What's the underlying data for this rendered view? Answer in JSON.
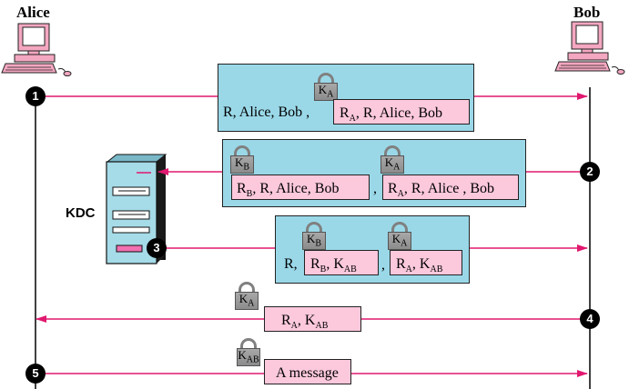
{
  "parties": {
    "alice": "Alice",
    "bob": "Bob",
    "kdc": "KDC"
  },
  "steps": [
    "1",
    "2",
    "3",
    "4",
    "5"
  ],
  "colors": {
    "arrow": "#e0186f",
    "box_outer": "#9ad8e8",
    "box_inner": "#fcc8dc",
    "lock": "#8c8c8c"
  },
  "messages": {
    "m1": {
      "lead": "R, Alice, Bob ,",
      "lock_key": {
        "base": "K",
        "sub": "A"
      },
      "sealed": [
        {
          "base": "R",
          "sub": "A"
        },
        {
          "text": ", R, Alice, Bob"
        }
      ]
    },
    "m2": {
      "lock_key_1": {
        "base": "K",
        "sub": "B"
      },
      "sealed_1": [
        {
          "base": "R",
          "sub": "B"
        },
        {
          "text": ", R, Alice, Bob"
        }
      ],
      "separator": ",",
      "lock_key_2": {
        "base": "K",
        "sub": "A"
      },
      "sealed_2": [
        {
          "base": "R",
          "sub": "A"
        },
        {
          "text": ", R, Alice , Bob"
        }
      ]
    },
    "m3": {
      "lead": "R,",
      "lock_key_1": {
        "base": "K",
        "sub": "B"
      },
      "sealed_1": [
        {
          "base": "R",
          "sub": "B"
        },
        {
          "text": ", "
        },
        {
          "base": "K",
          "sub": "AB"
        }
      ],
      "separator": ",",
      "lock_key_2": {
        "base": "K",
        "sub": "A"
      },
      "sealed_2": [
        {
          "base": "R",
          "sub": "A"
        },
        {
          "text": ", "
        },
        {
          "base": "K",
          "sub": "AB"
        }
      ]
    },
    "m4": {
      "lock_key": {
        "base": "K",
        "sub": "A"
      },
      "sealed": [
        {
          "base": "R",
          "sub": "A"
        },
        {
          "text": ", "
        },
        {
          "base": "K",
          "sub": "AB"
        }
      ]
    },
    "m5": {
      "lock_key": {
        "base": "K",
        "sub": "AB"
      },
      "sealed": [
        {
          "text": "A message"
        }
      ]
    }
  }
}
